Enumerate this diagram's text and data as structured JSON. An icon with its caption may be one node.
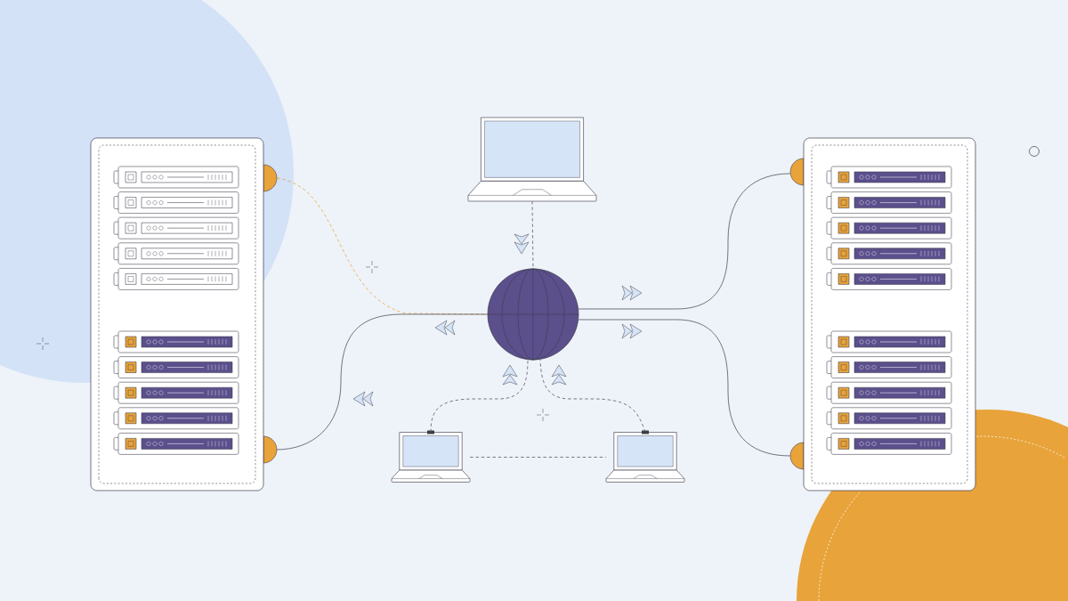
{
  "diagram": {
    "nodes": [
      {
        "text": [],
        "shape": "picture"
      },
      {
        "text": [],
        "shape": "picture"
      },
      {
        "text": [],
        "shape": "picture"
      },
      {
        "text": [],
        "shape": "picture"
      },
      {
        "text": [],
        "shape": "picture"
      },
      {
        "text": [],
        "shape": "picture"
      }
    ],
    "edges": [
      {
        "from": 0,
        "to": 2,
        "arrow": "none",
        "style": "dashed",
        "color": "#e8a33a"
      },
      {
        "from": 2,
        "to": 0,
        "arrow": "none"
      },
      {
        "from": 2,
        "to": 3,
        "arrow": "none"
      },
      {
        "from": 2,
        "to": 3,
        "arrow": "none"
      },
      {
        "from": 1,
        "to": 2,
        "arrow": "none",
        "style": "dashed"
      },
      {
        "from": 4,
        "to": 2,
        "arrow": "none",
        "style": "dashed"
      },
      {
        "from": 5,
        "to": 2,
        "arrow": "none",
        "style": "dashed"
      },
      {
        "from": 4,
        "to": 5,
        "arrow": "none",
        "style": "dashed"
      }
    ]
  }
}
